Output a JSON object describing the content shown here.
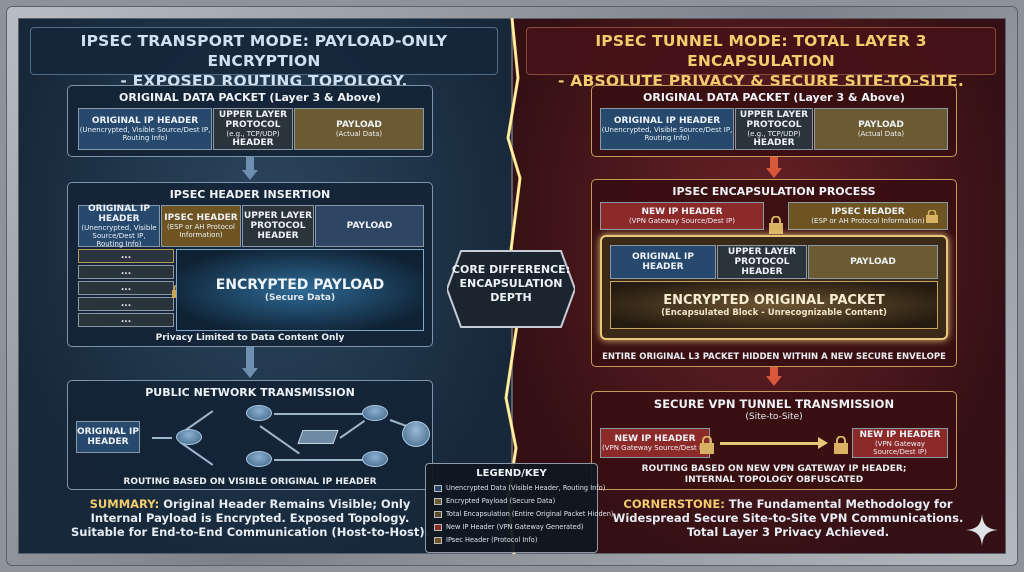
{
  "left": {
    "title": "IPSEC TRANSPORT MODE: PAYLOAD-ONLY ENCRYPTION\n- EXPOSED ROUTING TOPOLOGY.",
    "title_line1": "IPSEC TRANSPORT MODE: PAYLOAD-ONLY ENCRYPTION",
    "title_line2": "- EXPOSED ROUTING TOPOLOGY.",
    "original": {
      "heading": "ORIGINAL DATA PACKET (Layer 3 & Above)",
      "ip_header": "ORIGINAL IP HEADER",
      "ip_header_sub": "(Unencrypted, Visible Source/Dest IP, Routing Info)",
      "upper": "UPPER LAYER PROTOCOL",
      "upper_sub": "(e.g., TCP/UDP)",
      "upper_tail": "HEADER",
      "payload": "PAYLOAD",
      "payload_sub": "(Actual Data)"
    },
    "insertion": {
      "heading": "IPSEC HEADER INSERTION",
      "ip_header": "ORIGINAL IP HEADER",
      "ip_header_sub": "(Unencrypted, Visible Source/Dest IP, Routing Info)",
      "ipsec": "IPSEC HEADER",
      "ipsec_sub": "(ESP or AH Protocol Information)",
      "upper": "UPPER LAYER PROTOCOL HEADER",
      "payload": "PAYLOAD",
      "dots": "...",
      "enc": "ENCRYPTED PAYLOAD",
      "enc_sub": "(Secure Data)",
      "caption": "Privacy Limited to Data Content Only"
    },
    "public": {
      "heading": "PUBLIC NETWORK TRANSMISSION",
      "ip_header": "ORIGINAL IP HEADER",
      "caption": "ROUTING BASED ON VISIBLE ORIGINAL IP HEADER"
    },
    "summary_label": "SUMMARY:",
    "summary_l1": " Original Header Remains Visible; Only",
    "summary_l2": "Internal Payload is Encrypted. Exposed Topology.",
    "summary_l3": "Suitable for End-to-End Communication (Host-to-Host)."
  },
  "core": {
    "l1": "CORE DIFFERENCE:",
    "l2": "ENCAPSULATION",
    "l3": "DEPTH"
  },
  "right": {
    "title_line1": "IPSEC TUNNEL MODE: TOTAL LAYER 3 ENCAPSULATION",
    "title_line2": "- ABSOLUTE PRIVACY & SECURE SITE-TO-SITE.",
    "original": {
      "heading": "ORIGINAL DATA PACKET (Layer 3 & Above)",
      "ip_header": "ORIGINAL IP HEADER",
      "ip_header_sub": "(Unencrypted, Visible Source/Dest IP, Routing Info)",
      "upper": "UPPER LAYER PROTOCOL",
      "upper_sub": "(e.g., TCP/UDP)",
      "upper_tail": "HEADER",
      "payload": "PAYLOAD",
      "payload_sub": "(Actual Data)"
    },
    "encap": {
      "heading": "IPSEC ENCAPSULATION PROCESS",
      "new_ip": "NEW IP HEADER",
      "new_ip_sub": "(VPN Gateway Source/Dest IP)",
      "ipsec": "IPSEC HEADER",
      "ipsec_sub": "(ESP or AH Protocol Information)",
      "orig_ip": "ORIGINAL IP HEADER",
      "upper": "UPPER LAYER PROTOCOL HEADER",
      "payload": "PAYLOAD",
      "enc": "ENCRYPTED ORIGINAL PACKET",
      "enc_sub": "(Encapsulated Block - Unrecognizable Content)",
      "caption": "ENTIRE ORIGINAL L3 PACKET HIDDEN WITHIN A NEW SECURE ENVELOPE"
    },
    "tunnel": {
      "heading": "SECURE VPN TUNNEL TRANSMISSION",
      "sub": "(Site-to-Site)",
      "new_ip": "NEW IP HEADER",
      "new_ip_sub": "(VPN Gateway Source/Dest IP)",
      "caption_l1": "ROUTING BASED ON NEW VPN GATEWAY IP HEADER;",
      "caption_l2": "INTERNAL TOPOLOGY OBFUSCATED"
    },
    "summary_label": "CORNERSTONE:",
    "summary_l1": " The Fundamental Methodology for",
    "summary_l2": "Widespread Secure Site-to-Site VPN Communications.",
    "summary_l3": "Total Layer 3 Privacy Achieved."
  },
  "legend": {
    "title": "LEGEND/KEY",
    "items": [
      {
        "label": "Unencrypted Data (Visible Header, Routing Info)",
        "color": "#26496d"
      },
      {
        "label": "Encrypted Payload (Secure Data)",
        "color": "#6b5a32"
      },
      {
        "label": "Total Encapsulation (Entire Original Packet Hidden)",
        "color": "#5a4a2a"
      },
      {
        "label": "New IP Header (VPN Gateway Generated)",
        "color": "#8c2a2a"
      },
      {
        "label": "IPsec Header (Protocol Info)",
        "color": "#6e5323"
      }
    ]
  }
}
